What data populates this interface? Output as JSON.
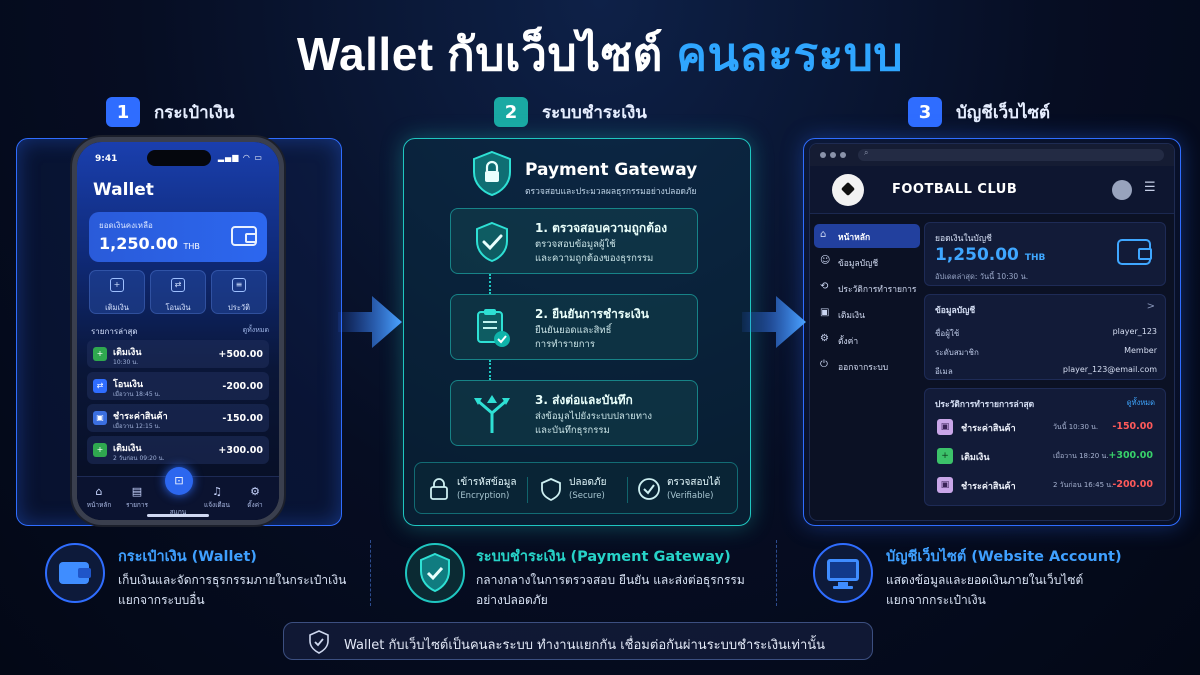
{
  "title": {
    "main": "Wallet กับเว็บไซต์",
    "accent": "คนละระบบ"
  },
  "steps": [
    {
      "num": "1",
      "label": "กระเป๋าเงิน",
      "color": "#2f6dff"
    },
    {
      "num": "2",
      "label": "ระบบชำระเงิน",
      "color": "#1aa9a3"
    },
    {
      "num": "3",
      "label": "บัญชีเว็บไซต์",
      "color": "#2f6dff"
    }
  ],
  "phone": {
    "time": "9:41",
    "title": "Wallet",
    "balance_label": "ยอดเงินคงเหลือ",
    "balance_amount": "1,250.00",
    "balance_unit": "THB",
    "quick_actions": [
      {
        "label": "เติมเงิน",
        "icon": "wallet-add-icon"
      },
      {
        "label": "โอนเงิน",
        "icon": "transfer-icon"
      },
      {
        "label": "ประวัติ",
        "icon": "history-icon"
      }
    ],
    "tx_title": "รายการล่าสุด",
    "tx_all": "ดูทั้งหมด",
    "transactions": [
      {
        "name": "เติมเงิน",
        "time": "10:30 น.",
        "amount": "+500.00",
        "color": "#2fa84f"
      },
      {
        "name": "โอนเงิน",
        "time": "เมื่อวาน 18:45 น.",
        "amount": "-200.00",
        "color": "#2f6dff"
      },
      {
        "name": "ชำระค่าสินค้า",
        "time": "เมื่อวาน 12:15 น.",
        "amount": "-150.00",
        "color": "#3b6fe0"
      },
      {
        "name": "เติมเงิน",
        "time": "2 วันก่อน 09:20 น.",
        "amount": "+300.00",
        "color": "#2fa84f"
      }
    ],
    "nav": [
      {
        "label": "หน้าหลัก",
        "icon": "home-icon"
      },
      {
        "label": "รายการ",
        "icon": "list-icon"
      },
      {
        "label": "สแกน",
        "icon": "scan-icon"
      },
      {
        "label": "แจ้งเตือน",
        "icon": "bell-icon"
      },
      {
        "label": "ตั้งค่า",
        "icon": "gear-icon"
      }
    ]
  },
  "gateway": {
    "title": "Payment Gateway",
    "subtitle": "ตรวจสอบและประมวลผลธุรกรรมอย่างปลอดภัย",
    "steps": [
      {
        "title": "1. ตรวจสอบความถูกต้อง",
        "line1": "ตรวจสอบข้อมูลผู้ใช้",
        "line2": "และความถูกต้องของธุรกรรม",
        "icon": "shield-check-icon"
      },
      {
        "title": "2. ยืนยันการชำระเงิน",
        "line1": "ยืนยันยอดและสิทธิ์",
        "line2": "การทำรายการ",
        "icon": "clipboard-check-icon"
      },
      {
        "title": "3. ส่งต่อและบันทึก",
        "line1": "ส่งข้อมูลไปยังระบบปลายทาง",
        "line2": "และบันทึกธุรกรรม",
        "icon": "split-arrow-icon"
      }
    ],
    "features": [
      {
        "title": "เข้ารหัสข้อมูล",
        "sub": "(Encryption)",
        "icon": "lock-icon"
      },
      {
        "title": "ปลอดภัย",
        "sub": "(Secure)",
        "icon": "shield-icon"
      },
      {
        "title": "ตรวจสอบได้",
        "sub": "(Verifiable)",
        "icon": "check-circle-icon"
      }
    ]
  },
  "website": {
    "club": "FOOTBALL CLUB",
    "sidebar": [
      {
        "label": "หน้าหลัก",
        "icon": "home-icon",
        "active": true
      },
      {
        "label": "ข้อมูลบัญชี",
        "icon": "user-icon"
      },
      {
        "label": "ประวัติการทำรายการ",
        "icon": "history-icon"
      },
      {
        "label": "เติมเงิน",
        "icon": "wallet-icon"
      },
      {
        "label": "ตั้งค่า",
        "icon": "gear-icon"
      },
      {
        "label": "ออกจากระบบ",
        "icon": "logout-icon"
      }
    ],
    "balance_label": "ยอดเงินในบัญชี",
    "balance_amount": "1,250.00",
    "balance_unit": "THB",
    "updated": "อัปเดตล่าสุด: วันนี้ 10:30 น.",
    "info_title": "ข้อมูลบัญชี",
    "info_chevron": ">",
    "info_rows": [
      {
        "label": "ชื่อผู้ใช้",
        "value": "player_123"
      },
      {
        "label": "ระดับสมาชิก",
        "value": "Member"
      },
      {
        "label": "อีเมล",
        "value": "player_123@email.com"
      }
    ],
    "history_title": "ประวัติการทำรายการล่าสุด",
    "history_all": "ดูทั้งหมด",
    "history": [
      {
        "name": "ชำระค่าสินค้า",
        "time": "วันนี้ 10:30 น.",
        "amount": "-150.00",
        "color": "#ff5a5a",
        "icon_bg": "#c9a6e8"
      },
      {
        "name": "เติมเงิน",
        "time": "เมื่อวาน 18:20 น.",
        "amount": "+300.00",
        "color": "#38d26a",
        "icon_bg": "#3cc26a"
      },
      {
        "name": "ชำระค่าสินค้า",
        "time": "2 วันก่อน 16:45 น.",
        "amount": "-200.00",
        "color": "#ff5a5a",
        "icon_bg": "#c9a6e8"
      }
    ]
  },
  "descriptions": [
    {
      "title": "กระเป๋าเงิน (Wallet)",
      "line1": "เก็บเงินและจัดการธุรกรรมภายในกระเป๋าเงิน",
      "line2": "แยกจากระบบอื่น",
      "color": "#3fa0ff",
      "icon": "wallet-icon"
    },
    {
      "title": "ระบบชำระเงิน (Payment Gateway)",
      "line1": "กลางกลางในการตรวจสอบ ยืนยัน และส่งต่อธุรกรรม",
      "line2": "อย่างปลอดภัย",
      "color": "#27d3c8",
      "icon": "shield-check-icon"
    },
    {
      "title": "บัญชีเว็บไซต์ (Website Account)",
      "line1": "แสดงข้อมูลและยอดเงินภายในเว็บไซต์",
      "line2": "แยกจากกระเป๋าเงิน",
      "color": "#3fa0ff",
      "icon": "monitor-icon"
    }
  ],
  "footer": {
    "text": "Wallet กับเว็บไซต์เป็นคนละระบบ ทำงานแยกกัน เชื่อมต่อกันผ่านระบบชำระเงินเท่านั้น",
    "icon": "shield-check-icon"
  }
}
